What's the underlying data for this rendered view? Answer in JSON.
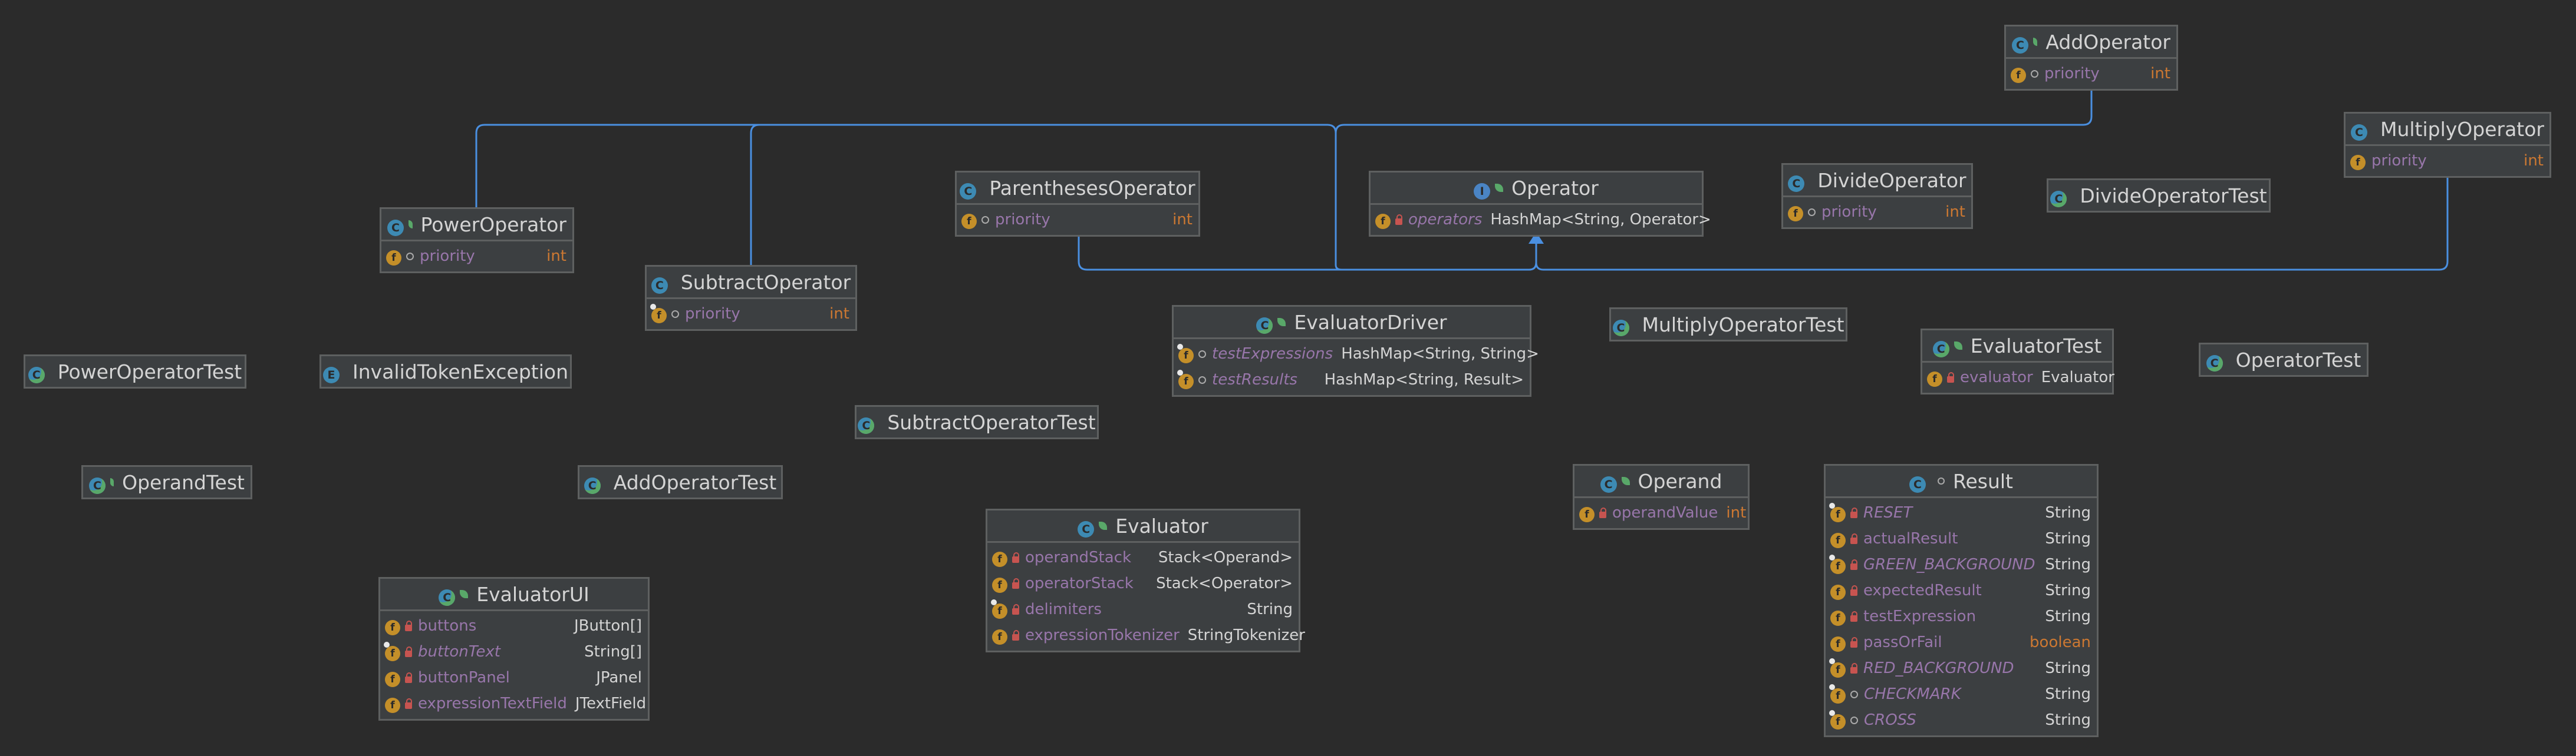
{
  "colors": {
    "background": "#2b2b2b",
    "node_fill": "#3c3f41",
    "node_border": "#5e6060",
    "edge": "#4a8fe0",
    "field_name": "#9876aa",
    "primitive_type": "#cc7832"
  },
  "classes": [
    {
      "id": "AddOperator",
      "name": "AddOperator",
      "kind": "class",
      "fields": [
        {
          "name": "priority",
          "type": "int",
          "prim": true,
          "icon": "field",
          "vis": "package",
          "italic": false
        }
      ]
    },
    {
      "id": "MultiplyOperator",
      "name": "MultiplyOperator",
      "kind": "class",
      "fields": [
        {
          "name": "priority",
          "type": "int",
          "prim": true,
          "icon": "field",
          "vis": "none",
          "italic": false
        }
      ]
    },
    {
      "id": "ParenthesesOperator",
      "name": "ParenthesesOperator",
      "kind": "class",
      "fields": [
        {
          "name": "priority",
          "type": "int",
          "prim": true,
          "icon": "field",
          "vis": "package",
          "italic": false
        }
      ]
    },
    {
      "id": "Operator",
      "name": "Operator",
      "kind": "interface",
      "fields": [
        {
          "name": "operators",
          "type": "HashMap<String, Operator>",
          "prim": false,
          "icon": "field",
          "vis": "private",
          "italic": true
        }
      ]
    },
    {
      "id": "DivideOperator",
      "name": "DivideOperator",
      "kind": "class",
      "fields": [
        {
          "name": "priority",
          "type": "int",
          "prim": true,
          "icon": "field",
          "vis": "package",
          "italic": false
        }
      ]
    },
    {
      "id": "DivideOperatorTest",
      "name": "DivideOperatorTest",
      "kind": "test",
      "fields": []
    },
    {
      "id": "PowerOperator",
      "name": "PowerOperator",
      "kind": "class",
      "fields": [
        {
          "name": "priority",
          "type": "int",
          "prim": true,
          "icon": "field",
          "vis": "package",
          "italic": false
        }
      ]
    },
    {
      "id": "SubtractOperator",
      "name": "SubtractOperator",
      "kind": "class",
      "fields": [
        {
          "name": "priority",
          "type": "int",
          "prim": true,
          "icon": "sfield",
          "vis": "package",
          "italic": false
        }
      ]
    },
    {
      "id": "EvaluatorDriver",
      "name": "EvaluatorDriver",
      "kind": "test",
      "fields": [
        {
          "name": "testExpressions",
          "type": "HashMap<String, String>",
          "prim": false,
          "icon": "sfield",
          "vis": "package",
          "italic": true
        },
        {
          "name": "testResults",
          "type": "HashMap<String, Result>",
          "prim": false,
          "icon": "sfield",
          "vis": "package",
          "italic": true
        }
      ]
    },
    {
      "id": "MultiplyOperatorTest",
      "name": "MultiplyOperatorTest",
      "kind": "test",
      "fields": []
    },
    {
      "id": "EvaluatorTest",
      "name": "EvaluatorTest",
      "kind": "test",
      "fields": [
        {
          "name": "evaluator",
          "type": "Evaluator",
          "prim": false,
          "icon": "field",
          "vis": "private",
          "italic": false
        }
      ]
    },
    {
      "id": "OperatorTest",
      "name": "OperatorTest",
      "kind": "test",
      "fields": []
    },
    {
      "id": "PowerOperatorTest",
      "name": "PowerOperatorTest",
      "kind": "test",
      "fields": []
    },
    {
      "id": "InvalidTokenException",
      "name": "InvalidTokenException",
      "kind": "exception",
      "fields": []
    },
    {
      "id": "SubtractOperatorTest",
      "name": "SubtractOperatorTest",
      "kind": "test",
      "fields": []
    },
    {
      "id": "OperandTest",
      "name": "OperandTest",
      "kind": "test",
      "fields": []
    },
    {
      "id": "AddOperatorTest",
      "name": "AddOperatorTest",
      "kind": "test",
      "fields": []
    },
    {
      "id": "Operand",
      "name": "Operand",
      "kind": "class",
      "fields": [
        {
          "name": "operandValue",
          "type": "int",
          "prim": true,
          "icon": "field",
          "vis": "private",
          "italic": false
        }
      ]
    },
    {
      "id": "Result",
      "name": "Result",
      "kind": "class-pkg",
      "fields": [
        {
          "name": "RESET",
          "type": "String",
          "prim": false,
          "icon": "sfield",
          "vis": "private",
          "italic": true
        },
        {
          "name": "actualResult",
          "type": "String",
          "prim": false,
          "icon": "field",
          "vis": "private",
          "italic": false
        },
        {
          "name": "GREEN_BACKGROUND",
          "type": "String",
          "prim": false,
          "icon": "sfield",
          "vis": "private",
          "italic": true
        },
        {
          "name": "expectedResult",
          "type": "String",
          "prim": false,
          "icon": "field",
          "vis": "private",
          "italic": false
        },
        {
          "name": "testExpression",
          "type": "String",
          "prim": false,
          "icon": "field",
          "vis": "private",
          "italic": false
        },
        {
          "name": "passOrFail",
          "type": "boolean",
          "prim": true,
          "icon": "field",
          "vis": "private",
          "italic": false
        },
        {
          "name": "RED_BACKGROUND",
          "type": "String",
          "prim": false,
          "icon": "sfield",
          "vis": "private",
          "italic": true
        },
        {
          "name": "CHECKMARK",
          "type": "String",
          "prim": false,
          "icon": "sfield",
          "vis": "package",
          "italic": true
        },
        {
          "name": "CROSS",
          "type": "String",
          "prim": false,
          "icon": "sfield",
          "vis": "package",
          "italic": true
        }
      ]
    },
    {
      "id": "Evaluator",
      "name": "Evaluator",
      "kind": "class",
      "fields": [
        {
          "name": "operandStack",
          "type": "Stack<Operand>",
          "prim": false,
          "icon": "field",
          "vis": "private",
          "italic": false
        },
        {
          "name": "operatorStack",
          "type": "Stack<Operator>",
          "prim": false,
          "icon": "field",
          "vis": "private",
          "italic": false
        },
        {
          "name": "delimiters",
          "type": "String",
          "prim": false,
          "icon": "sfield",
          "vis": "private",
          "italic": false
        },
        {
          "name": "expressionTokenizer",
          "type": "StringTokenizer",
          "prim": false,
          "icon": "field",
          "vis": "private",
          "italic": false
        }
      ]
    },
    {
      "id": "EvaluatorUI",
      "name": "EvaluatorUI",
      "kind": "test",
      "fields": [
        {
          "name": "buttons",
          "type": "JButton[]",
          "prim": false,
          "icon": "field",
          "vis": "private",
          "italic": false
        },
        {
          "name": "buttonText",
          "type": "String[]",
          "prim": false,
          "icon": "sfield",
          "vis": "private",
          "italic": true
        },
        {
          "name": "buttonPanel",
          "type": "JPanel",
          "prim": false,
          "icon": "field",
          "vis": "private",
          "italic": false
        },
        {
          "name": "expressionTextField",
          "type": "JTextField",
          "prim": false,
          "icon": "field",
          "vis": "private",
          "italic": false
        }
      ]
    }
  ],
  "edges": [
    {
      "from": "AddOperator",
      "to": "Operator",
      "type": "implements"
    },
    {
      "from": "MultiplyOperator",
      "to": "Operator",
      "type": "implements"
    },
    {
      "from": "ParenthesesOperator",
      "to": "Operator",
      "type": "implements"
    },
    {
      "from": "PowerOperator",
      "to": "Operator",
      "type": "implements"
    },
    {
      "from": "SubtractOperator",
      "to": "Operator",
      "type": "implements"
    }
  ]
}
